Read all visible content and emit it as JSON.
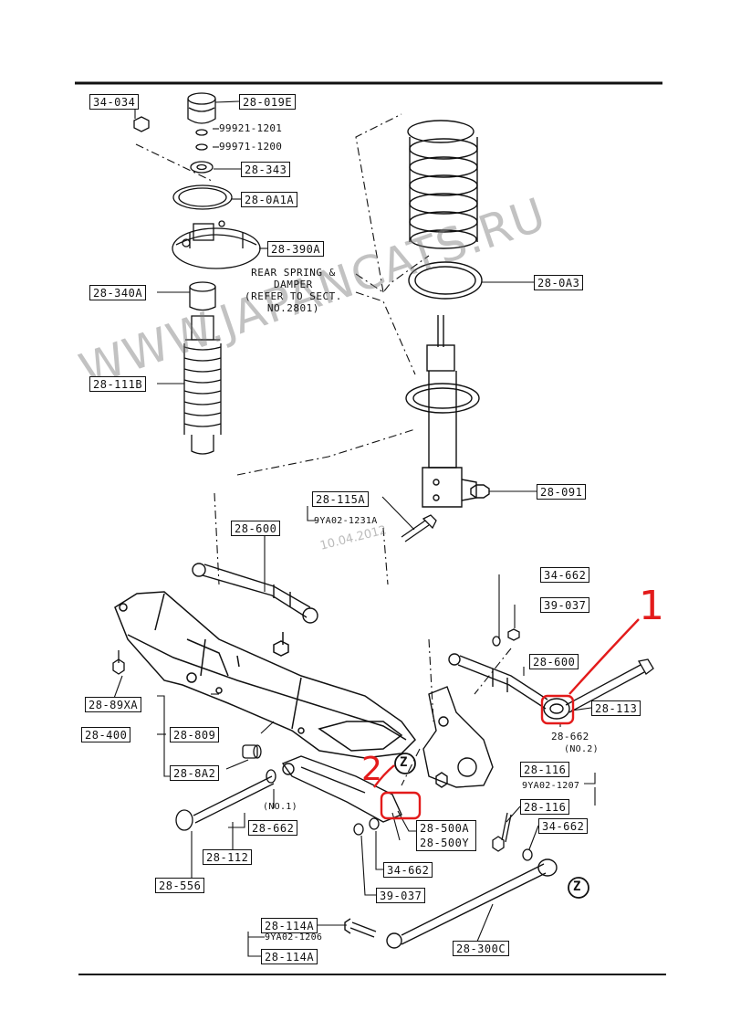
{
  "watermark": {
    "text": "WWW.JAPANCATS.RU",
    "date": "10.04.2012"
  },
  "note_rear_spring": "REAR SPRING &\nDAMPER\n(REFER TO SECT.\nNO.2801)",
  "parts": {
    "p34_034": "34-034",
    "p28_019e": "28-019E",
    "p99921": "99921-1201",
    "p99971": "99971-1200",
    "p28_343": "28-343",
    "p28_0a1a": "28-0A1A",
    "p28_390a": "28-390A",
    "p28_340a": "28-340A",
    "p28_111b": "28-111B",
    "p28_0a3": "28-0A3",
    "p28_091": "28-091",
    "p28_115a": "28-115A",
    "p9ya02_1231a": "9YA02-1231A",
    "p28_600_top": "28-600",
    "p34_662_a": "34-662",
    "p39_037_a": "39-037",
    "p28_600_right": "28-600",
    "p28_89xa": "28-89XA",
    "p28_113": "28-113",
    "p28_400": "28-400",
    "p28_809": "28-809",
    "p28_662_right": "28-662",
    "no2": "(NO.2)",
    "p28_116_a": "28-116",
    "p9ya02_1207": "9YA02-1207",
    "p28_116_b": "28-116",
    "p28_8a2": "28-8A2",
    "no1": "(NO.1)",
    "p28_662_left": "28-662",
    "p28_500a": "28-500A",
    "p28_500y": "28-500Y",
    "p34_662_b": "34-662",
    "p34_662_c": "34-662",
    "p28_112": "28-112",
    "p39_037_b": "39-037",
    "p28_556": "28-556",
    "p28_114a_a": "28-114A",
    "p9ya02_1206": "9YA02-1206",
    "p28_114a_b": "28-114A",
    "p28_300c": "28-300C",
    "z1": "Z",
    "z2": "Z"
  },
  "annotations": {
    "mark1": "1",
    "mark2": "2",
    "color": "#e31b1b"
  }
}
